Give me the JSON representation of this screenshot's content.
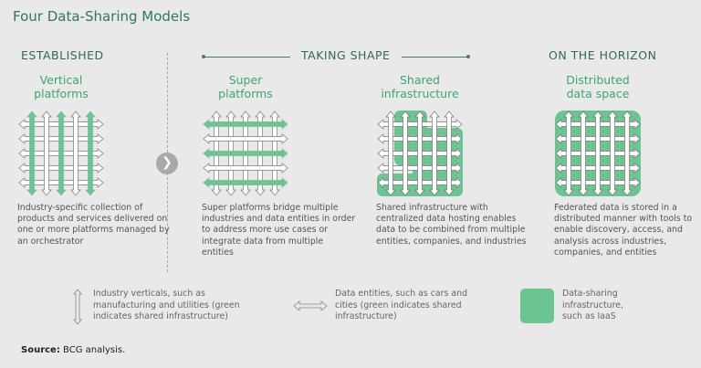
{
  "title": "Four Data-Sharing Models",
  "stages": {
    "established": "ESTABLISHED",
    "taking_shape": "TAKING SHAPE",
    "horizon": "ON THE HORIZON"
  },
  "models": [
    {
      "title": "Vertical\nplatforms",
      "desc": "Industry-specific collection of products and services delivered on one or more platforms managed by an orchestrator"
    },
    {
      "title": "Super\nplatforms",
      "desc": "Super platforms bridge multiple industries and data entities in order to address more use cases or integrate data from multiple entities"
    },
    {
      "title": "Shared\ninfrastructure",
      "desc": "Shared infrastructure with centralized data hosting enables data to be combined from multiple entities, companies, and industries"
    },
    {
      "title": "Distributed\ndata space",
      "desc": "Federated data is stored in a distributed manner with tools to enable discovery, access, and analysis across industries, companies, and entities"
    }
  ],
  "legend": {
    "vertical": "Industry verticals, such as manufacturing and utilities (green indicates shared infrastructure)",
    "horizontal": "Data entities, such as cars and cities (green indicates shared infrastructure)",
    "infra": "Data-sharing infrastructure, such as IaaS"
  },
  "source_label": "Source:",
  "source_text": " BCG analysis.",
  "colors": {
    "green": "#6cc490",
    "text_green": "#3aa86b"
  }
}
